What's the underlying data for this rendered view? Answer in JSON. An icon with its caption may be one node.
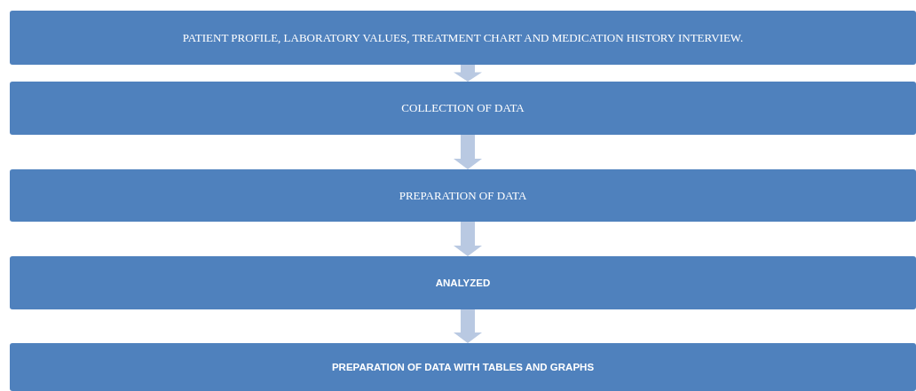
{
  "diagram": {
    "nodes": [
      {
        "text": [
          "PATIENT PROFILE, LABORATORY VALUES, TREATMENT CHART AND MEDICATION HISTORY INTERVIEW."
        ]
      },
      {
        "text": [
          "COLLECTION OF DATA"
        ]
      },
      {
        "text": [
          "PREPARATION OF DATA"
        ]
      },
      {
        "text": [
          "ANALYZED"
        ]
      },
      {
        "text": [
          "PREPARATION OF DATA WITH TABLES AND GRAPHS"
        ]
      }
    ],
    "edges": [
      {
        "from": 0,
        "to": 1,
        "arrow": "to"
      },
      {
        "from": 1,
        "to": 2,
        "arrow": "to"
      },
      {
        "from": 2,
        "to": 3,
        "arrow": "to"
      },
      {
        "from": 3,
        "to": 4,
        "arrow": "to"
      }
    ]
  }
}
